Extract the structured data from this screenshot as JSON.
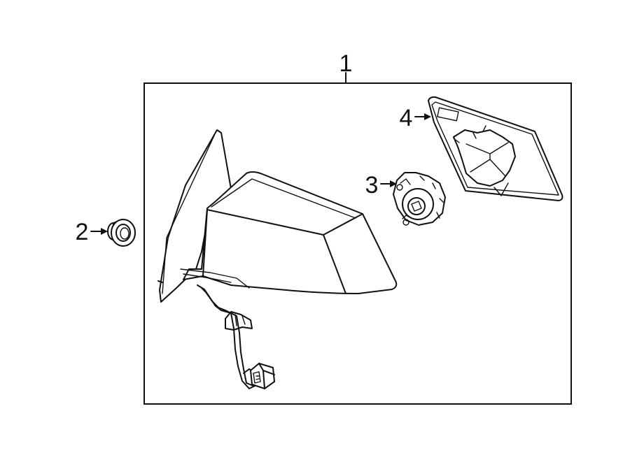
{
  "callouts": {
    "assembly": "1",
    "grommet": "2",
    "motor": "3",
    "glass": "4"
  }
}
